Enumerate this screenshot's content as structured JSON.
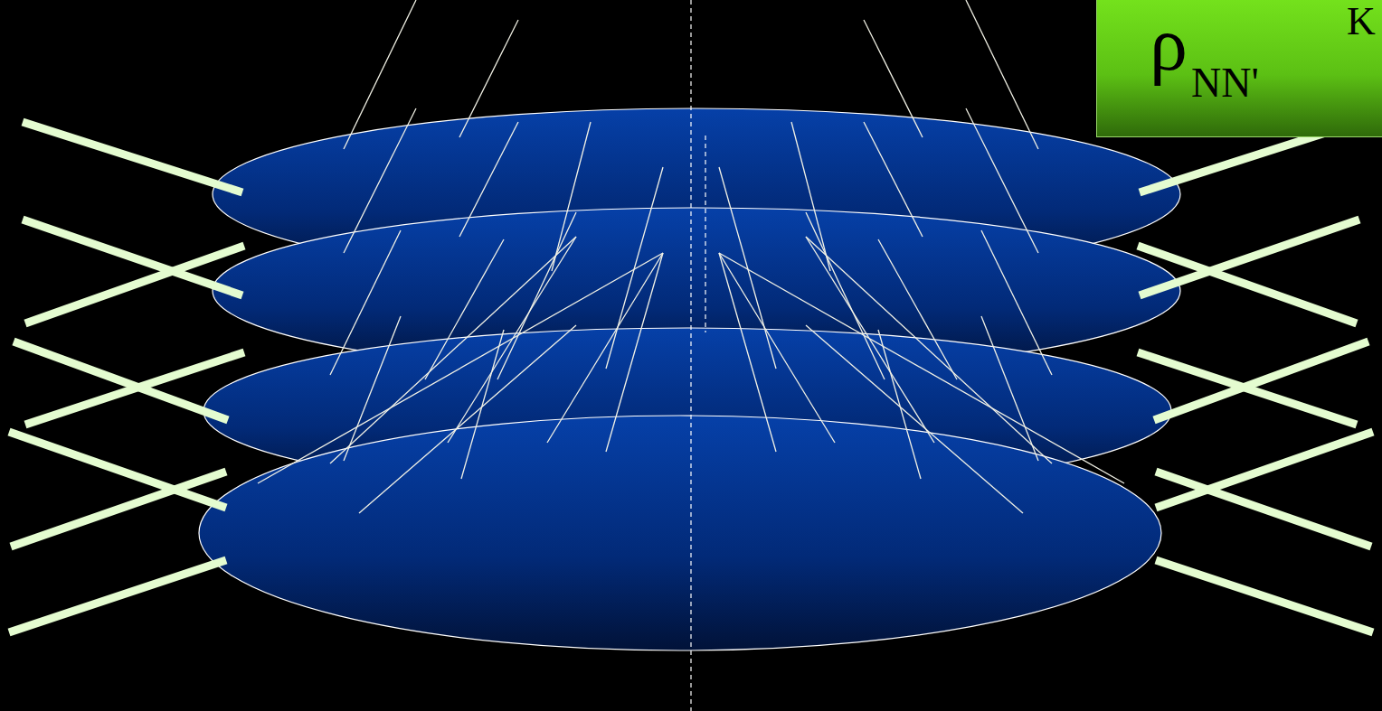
{
  "diagram": {
    "nodes": [
      {
        "text": [
          "ρ",
          "NN'",
          "K"
        ]
      }
    ]
  }
}
